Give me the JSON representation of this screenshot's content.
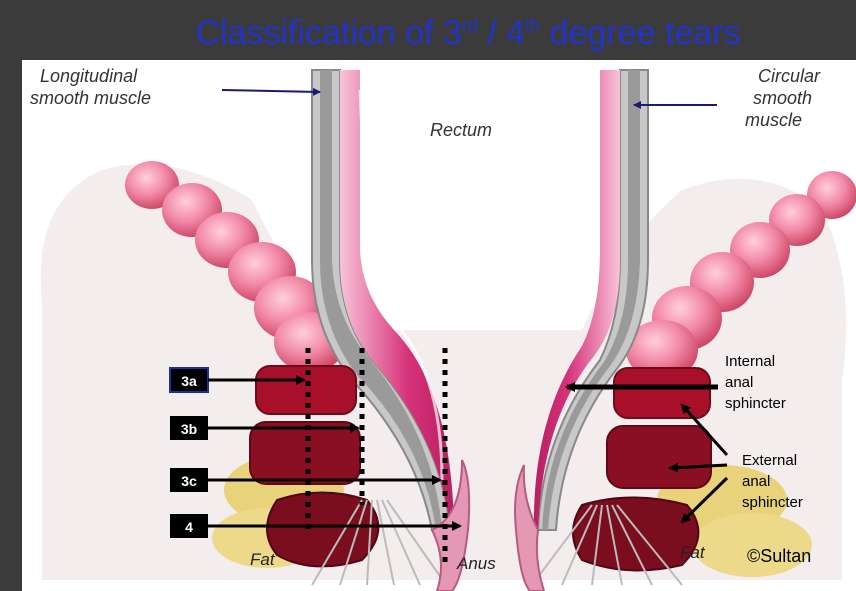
{
  "title": {
    "prefix": "Classification of 3",
    "sup1": "rd",
    "middle": " / 4",
    "sup2": "th",
    "suffix": " degree tears"
  },
  "labels": {
    "longitudinal_line1": "Longitudinal",
    "longitudinal_line2": "smooth muscle",
    "circular_line1": "Circular",
    "circular_line2": "smooth",
    "circular_line3": "muscle",
    "rectum": "Rectum",
    "internal_line1": "Internal",
    "internal_line2": "anal",
    "internal_line3": "sphincter",
    "external_line1": "External",
    "external_line2": "anal",
    "external_line3": "sphincter",
    "fat_left": "Fat",
    "fat_right": "Fat",
    "anus": "Anus",
    "copyright": "©Sultan"
  },
  "grades": [
    "3a",
    "3b",
    "3c",
    "4"
  ],
  "colors": {
    "title": "#2233cc",
    "mucosa": "#d6327a",
    "internal_sphincter": "#a8102a",
    "external_sphincter": "#8a0f22",
    "smooth_muscle": "#9a9a9a",
    "fat": "#e8d27a",
    "background": "#3b3b3b"
  }
}
